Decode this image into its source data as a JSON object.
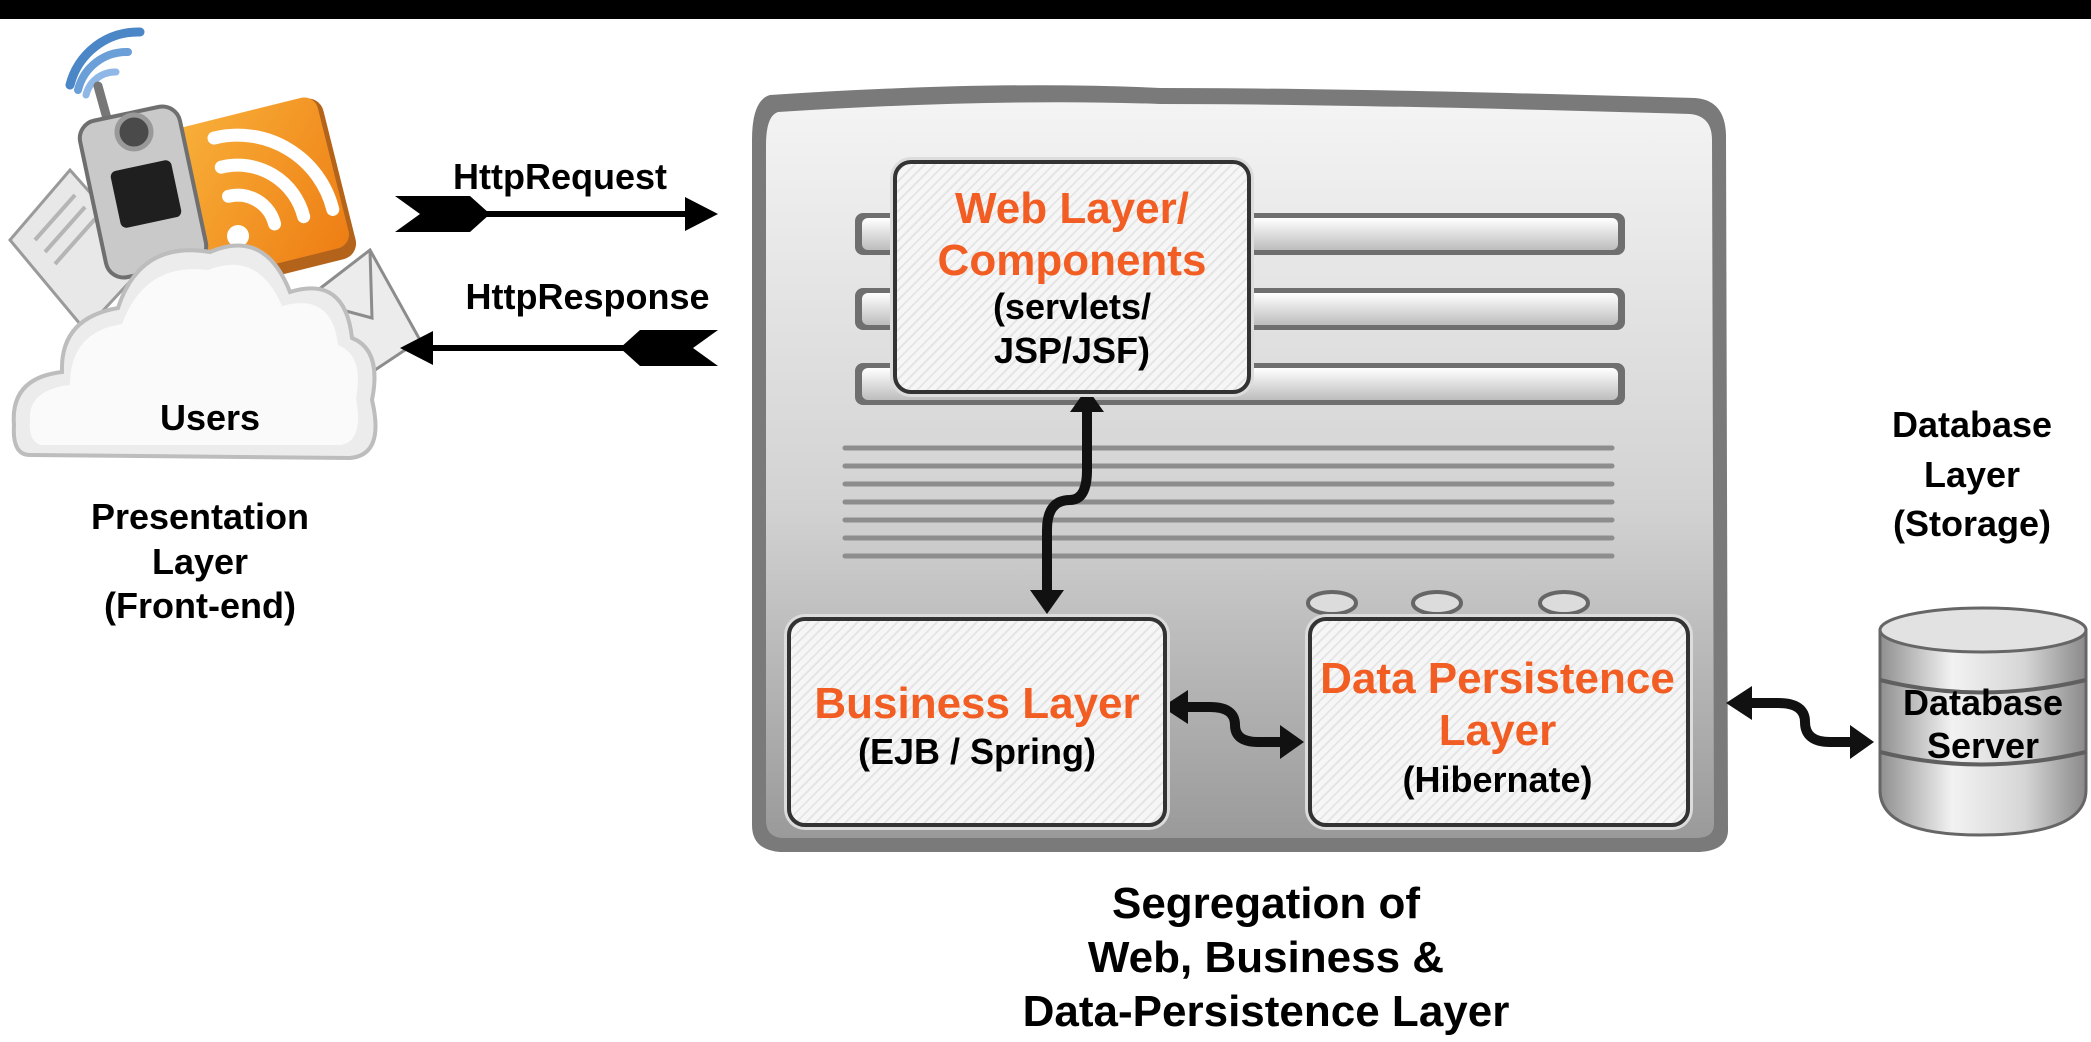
{
  "users": {
    "label": "Users"
  },
  "presentation": {
    "line1": "Presentation",
    "line2": "Layer",
    "line3": "(Front-end)"
  },
  "http": {
    "request": "HttpRequest",
    "response": "HttpResponse"
  },
  "web_layer": {
    "title1": "Web Layer/",
    "title2": "Components",
    "sub1": "(servlets/",
    "sub2": "JSP/JSF)"
  },
  "business_layer": {
    "title": "Business Layer",
    "sub": "(EJB / Spring)"
  },
  "persistence_layer": {
    "title1": "Data Persistence",
    "title2": "Layer",
    "sub": "(Hibernate)"
  },
  "database_layer": {
    "line1": "Database",
    "line2": "Layer",
    "line3": "(Storage)"
  },
  "database_server": {
    "line1": "Database",
    "line2": "Server"
  },
  "caption": {
    "line1": "Segregation of",
    "line2": "Web, Business &",
    "line3": "Data-Persistence Layer"
  },
  "colors": {
    "accent": "#f15d22",
    "text": "#000000",
    "server_body": "#c8c8c8",
    "rss": "#f39a1f"
  },
  "icons": [
    "wifi-signal-icon",
    "mobile-phone-icon",
    "rss-feed-icon",
    "document-icon",
    "envelope-icon",
    "cloud-icon",
    "server-chassis-icon",
    "database-cylinder-icon"
  ]
}
